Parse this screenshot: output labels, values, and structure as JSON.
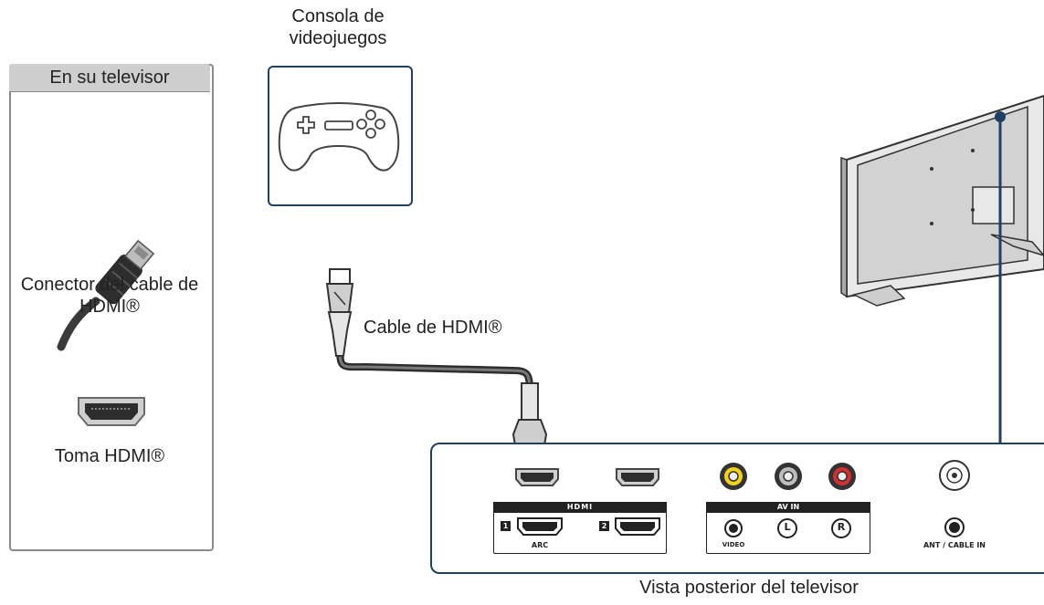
{
  "legend": {
    "header": "En su televisor",
    "connector_label": "Conector del cable de HDMI®",
    "jack_label": "Toma HDMI®"
  },
  "console": {
    "label": "Consola de videojuegos"
  },
  "cable": {
    "label": "Cable de HDMI®"
  },
  "rear_view": {
    "label": "Vista posterior del televisor"
  },
  "panel": {
    "hdmi_title": "HDMI",
    "hdmi_port_1": "1",
    "hdmi_port_2": "2",
    "arc_label": "ARC",
    "av_in_title": "AV IN",
    "video_label": "VIDEO",
    "l_label": "L",
    "r_label": "R",
    "ant_label": "ANT / CABLE IN"
  },
  "colors": {
    "frame": "#1f3f66",
    "av_yellow": "#f2d21b",
    "av_red": "#d32f2f"
  }
}
